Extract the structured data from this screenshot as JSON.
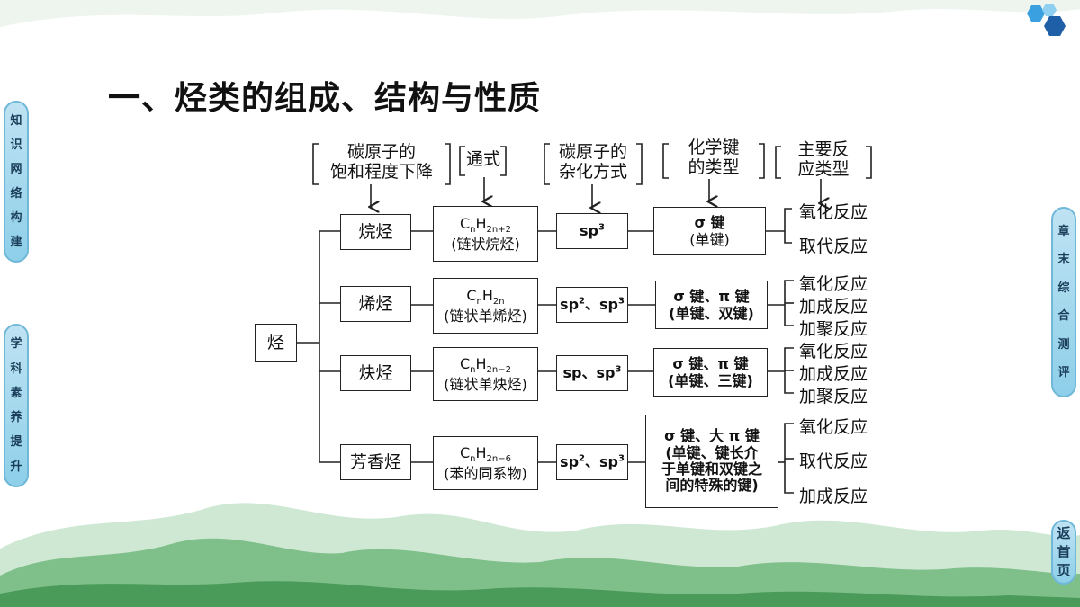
{
  "title": "一、烃类的组成、结构与性质",
  "left_tabs": [
    {
      "chars": [
        "知",
        "识",
        "网",
        "络",
        "构",
        "建"
      ]
    },
    {
      "chars": [
        "学",
        "科",
        "素",
        "养",
        "提",
        "升"
      ]
    }
  ],
  "right_tabs": [
    {
      "chars": [
        "章",
        "末",
        "综",
        "合",
        "测",
        "评"
      ]
    },
    {
      "chars": [
        "返",
        "首",
        "页"
      ]
    }
  ],
  "headers": {
    "h1_line1": "碳原子的",
    "h1_line2": "饱和程度下降",
    "h2": "通式",
    "h3_line1": "碳原子的",
    "h3_line2": "杂化方式",
    "h4_line1": "化学键",
    "h4_line2": "的类型",
    "h5_line1": "主要反",
    "h5_line2": "应类型"
  },
  "root": "烃",
  "rows": [
    {
      "name": "烷烃",
      "formula_sub1": "n",
      "formula_sub2": "2n+2",
      "formula_note": "(链状烷烃)",
      "hybrid": "sp",
      "hybrid_sup": "3",
      "hybrid_sep": "",
      "hybrid_sup2": "",
      "bond_line1": "σ 键",
      "bond_line2": "(单键)",
      "bond_line3": "",
      "bond_line4": "",
      "reactions": [
        "氧化反应",
        "取代反应"
      ]
    },
    {
      "name": "烯烃",
      "formula_sub1": "n",
      "formula_sub2": "2n",
      "formula_note": "(链状单烯烃)",
      "hybrid": "sp",
      "hybrid_sup": "2",
      "hybrid_sep": "、sp",
      "hybrid_sup2": "3",
      "bond_line1": "σ 键、π 键",
      "bond_line2": "(单键、双键)",
      "bond_line3": "",
      "bond_line4": "",
      "reactions": [
        "氧化反应",
        "加成反应",
        "加聚反应"
      ]
    },
    {
      "name": "炔烃",
      "formula_sub1": "n",
      "formula_sub2": "2n−2",
      "formula_note": "(链状单炔烃)",
      "hybrid": "sp",
      "hybrid_sup": "",
      "hybrid_sep": "、sp",
      "hybrid_sup2": "3",
      "bond_line1": "σ 键、π 键",
      "bond_line2": "(单键、三键)",
      "bond_line3": "",
      "bond_line4": "",
      "reactions": [
        "氧化反应",
        "加成反应",
        "加聚反应"
      ]
    },
    {
      "name": "芳香烃",
      "formula_sub1": "n",
      "formula_sub2": "2n−6",
      "formula_note": "(苯的同系物)",
      "hybrid": "sp",
      "hybrid_sup": "2",
      "hybrid_sep": "、sp",
      "hybrid_sup2": "3",
      "bond_line1": "σ 键、大 π 键",
      "bond_line2": "(单键、键长介",
      "bond_line3": "于单键和双键之",
      "bond_line4": "间的特殊的键)",
      "reactions": [
        "氧化反应",
        "取代反应",
        "加成反应"
      ]
    }
  ],
  "colors": {
    "tab_fill": "#a8daf0",
    "tab_border": "#6fb8d8",
    "hex_dark": "#1f5fa8",
    "hex_light": "#3aa0e0",
    "mountain": "#4a9a5a"
  }
}
